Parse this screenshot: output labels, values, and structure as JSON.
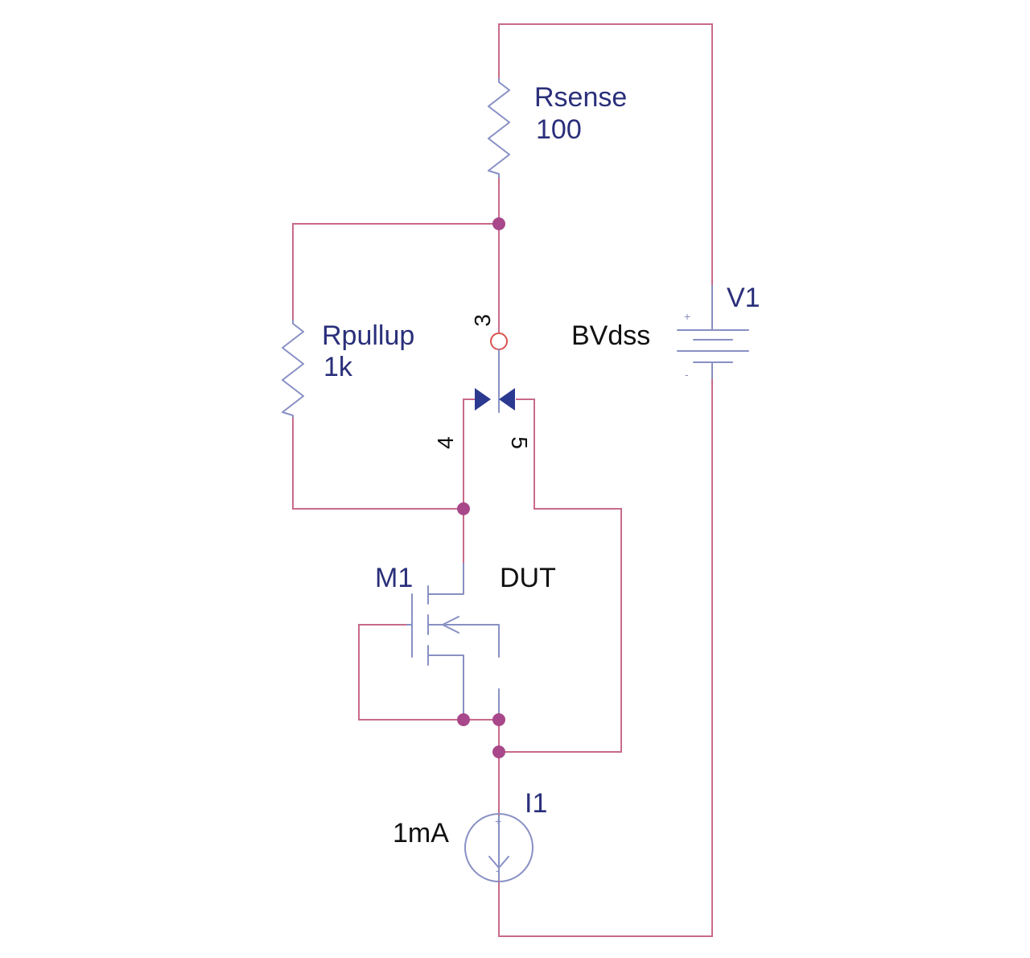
{
  "components": {
    "rsense": {
      "name": "Rsense",
      "value": "100"
    },
    "rpullup": {
      "name": "Rpullup",
      "value": "1k"
    },
    "v1": {
      "name": "V1",
      "value": "BVdss"
    },
    "m1": {
      "name": "M1",
      "value": "DUT"
    },
    "i1": {
      "name": "I1",
      "value": "1mA"
    }
  },
  "pins": {
    "p3": "3",
    "p4": "4",
    "p5": "5"
  },
  "signs": {
    "plus": "+",
    "minus": "-"
  },
  "colors": {
    "wire": "#c86a88",
    "component": "#8890c4",
    "node": "#a8488a",
    "label_blue": "#2a2f7a",
    "label_black": "#111111",
    "switch_triangle": "#2b3990",
    "pin_circle": "#d9534f"
  }
}
